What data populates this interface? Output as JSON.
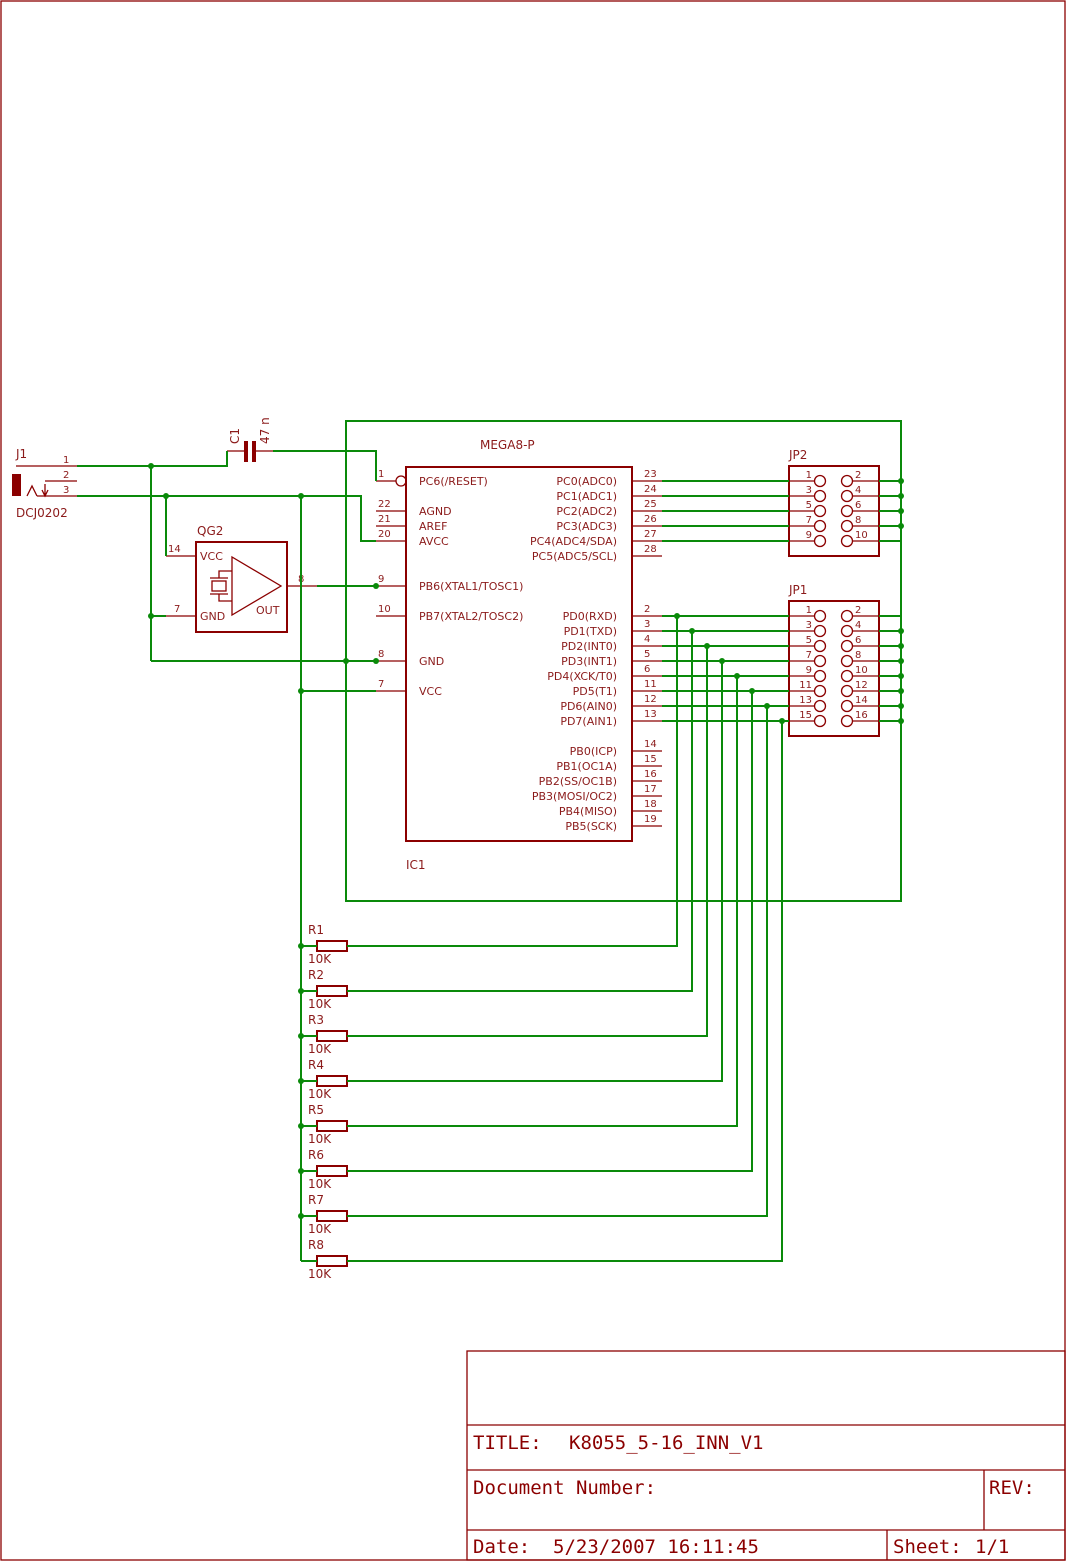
{
  "parts": {
    "j1": {
      "name": "J1",
      "value": "DCJ0202",
      "pins": [
        "1",
        "2",
        "3"
      ]
    },
    "c1": {
      "name": "C1",
      "value": "47 n"
    },
    "qg2": {
      "name": "QG2",
      "vcc": "VCC",
      "gnd": "GND",
      "out": "OUT",
      "pin_vcc": "14",
      "pin_gnd": "7",
      "pin_out": "8"
    },
    "ic1": {
      "name": "IC1",
      "value": "MEGA8-P",
      "left_pins": [
        {
          "num": "1",
          "sig": "PC6(/RESET)"
        },
        {
          "num": "22",
          "sig": "AGND"
        },
        {
          "num": "21",
          "sig": "AREF"
        },
        {
          "num": "20",
          "sig": "AVCC"
        },
        {
          "num": "9",
          "sig": "PB6(XTAL1/TOSC1)"
        },
        {
          "num": "10",
          "sig": "PB7(XTAL2/TOSC2)"
        },
        {
          "num": "8",
          "sig": "GND"
        },
        {
          "num": "7",
          "sig": "VCC"
        }
      ],
      "right_pins": [
        {
          "num": "23",
          "sig": "PC0(ADC0)"
        },
        {
          "num": "24",
          "sig": "PC1(ADC1)"
        },
        {
          "num": "25",
          "sig": "PC2(ADC2)"
        },
        {
          "num": "26",
          "sig": "PC3(ADC3)"
        },
        {
          "num": "27",
          "sig": "PC4(ADC4/SDA)"
        },
        {
          "num": "28",
          "sig": "PC5(ADC5/SCL)"
        },
        {
          "num": "2",
          "sig": "PD0(RXD)"
        },
        {
          "num": "3",
          "sig": "PD1(TXD)"
        },
        {
          "num": "4",
          "sig": "PD2(INT0)"
        },
        {
          "num": "5",
          "sig": "PD3(INT1)"
        },
        {
          "num": "6",
          "sig": "PD4(XCK/T0)"
        },
        {
          "num": "11",
          "sig": "PD5(T1)"
        },
        {
          "num": "12",
          "sig": "PD6(AIN0)"
        },
        {
          "num": "13",
          "sig": "PD7(AIN1)"
        },
        {
          "num": "14",
          "sig": "PB0(ICP)"
        },
        {
          "num": "15",
          "sig": "PB1(OC1A)"
        },
        {
          "num": "16",
          "sig": "PB2(SS/OC1B)"
        },
        {
          "num": "17",
          "sig": "PB3(MOSI/OC2)"
        },
        {
          "num": "18",
          "sig": "PB4(MISO)"
        },
        {
          "num": "19",
          "sig": "PB5(SCK)"
        }
      ]
    },
    "jp2": {
      "name": "JP2",
      "odd": [
        "1",
        "3",
        "5",
        "7",
        "9"
      ],
      "even": [
        "2",
        "4",
        "6",
        "8",
        "10"
      ]
    },
    "jp1": {
      "name": "JP1",
      "odd": [
        "1",
        "3",
        "5",
        "7",
        "9",
        "11",
        "13",
        "15"
      ],
      "even": [
        "2",
        "4",
        "6",
        "8",
        "10",
        "12",
        "14",
        "16"
      ]
    },
    "resistors": [
      {
        "name": "R1",
        "value": "10K"
      },
      {
        "name": "R2",
        "value": "10K"
      },
      {
        "name": "R3",
        "value": "10K"
      },
      {
        "name": "R4",
        "value": "10K"
      },
      {
        "name": "R5",
        "value": "10K"
      },
      {
        "name": "R6",
        "value": "10K"
      },
      {
        "name": "R7",
        "value": "10K"
      },
      {
        "name": "R8",
        "value": "10K"
      }
    ]
  },
  "title_block": {
    "title_label": "TITLE:",
    "title_value": "K8055_5-16_INN_V1",
    "doc_label": "Document Number:",
    "rev_label": "REV:",
    "date_label": "Date:",
    "date_value": "5/23/2007 16:11:45",
    "sheet_label": "Sheet:",
    "sheet_value": "1/1"
  },
  "colors": {
    "component": "#8b0000",
    "wire": "#0a8a0a",
    "background": "#ffffff"
  }
}
